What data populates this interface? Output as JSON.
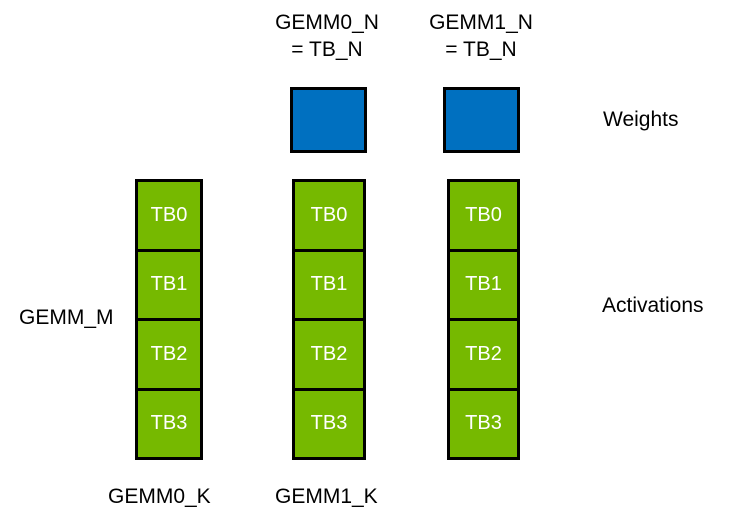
{
  "diagram": {
    "colors": {
      "green": "#76B900",
      "blue": "#0070C0",
      "border": "#000000",
      "text": "#000000",
      "cell_text": "#FFFFFF"
    },
    "top_labels": [
      {
        "line1": "GEMM0_N",
        "line2": "= TB_N"
      },
      {
        "line1": "GEMM1_N",
        "line2": "= TB_N"
      }
    ],
    "side_labels": {
      "weights": "Weights",
      "activations": "Activations",
      "gemm_m": "GEMM_M"
    },
    "bottom_labels": [
      "GEMM0_K",
      "GEMM1_K"
    ],
    "columns": [
      {
        "cells": [
          "TB0",
          "TB1",
          "TB2",
          "TB3"
        ]
      },
      {
        "cells": [
          "TB0",
          "TB1",
          "TB2",
          "TB3"
        ]
      },
      {
        "cells": [
          "TB0",
          "TB1",
          "TB2",
          "TB3"
        ]
      }
    ]
  }
}
